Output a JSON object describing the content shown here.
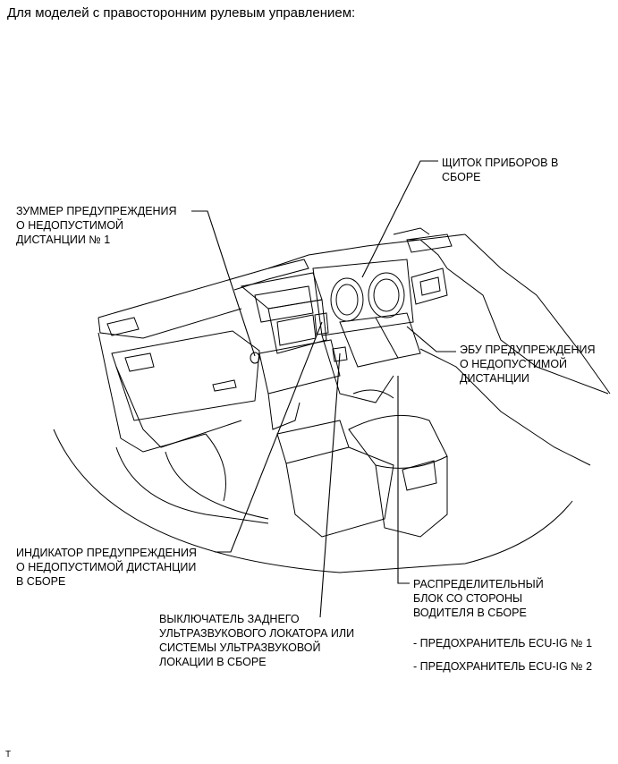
{
  "title": "Для моделей с правосторонним рулевым управлением:",
  "labels": {
    "buzzer": "ЗУММЕР ПРЕДУПРЕЖДЕНИЯ\nО НЕДОПУСТИМОЙ\nДИСТАНЦИИ № 1",
    "cluster": "ЩИТОК ПРИБОРОВ В\nСБОРЕ",
    "ecu": "ЭБУ ПРЕДУПРЕЖДЕНИЯ\nО НЕДОПУСТИМОЙ\nДИСТАНЦИИ",
    "indicator": "ИНДИКАТОР ПРЕДУПРЕЖДЕНИЯ\nО НЕДОПУСТИМОЙ ДИСТАНЦИИ\nВ СБОРЕ",
    "switch": "ВЫКЛЮЧАТЕЛЬ ЗАДНЕГО\nУЛЬТРАЗВУКОВОГО ЛОКАТОРА ИЛИ\nСИСТЕМЫ УЛЬТРАЗВУКОВОЙ\nЛОКАЦИИ В СБОРЕ",
    "junction": "РАСПРЕДЕЛИТЕЛЬНЫЙ\nБЛОК СО СТОРОНЫ\nВОДИТЕЛЯ В СБОРЕ",
    "fuse1": "- ПРЕДОХРАНИТЕЛЬ ECU-IG № 1",
    "fuse2": "- ПРЕДОХРАНИТЕЛЬ ECU-IG № 2"
  },
  "footer": "T"
}
